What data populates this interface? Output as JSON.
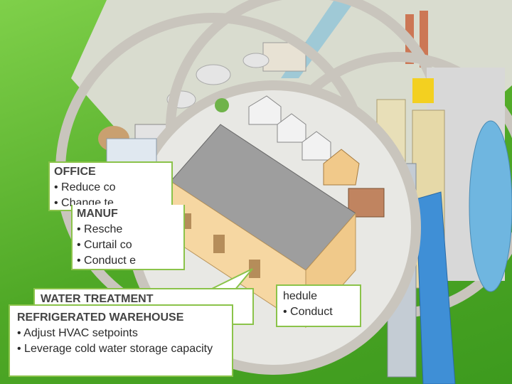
{
  "callouts": {
    "office": {
      "title": "OFFICE",
      "items": [
        "• Reduce co",
        "• Change te"
      ]
    },
    "manufacturing": {
      "title": "MANUF",
      "items": [
        "• Resche",
        "• Curtail co",
        "• Conduct e"
      ]
    },
    "water_treatment": {
      "title": "WATER TREATMENT"
    },
    "refrigerated_warehouse": {
      "title": "REFRIGERATED WAREHOUSE",
      "items": [
        "• Adjust HVAC setpoints",
        "• Leverage cold water storage capacity"
      ]
    },
    "datacenter": {
      "items": [
        "hedule",
        "• Conduct"
      ]
    }
  },
  "colors": {
    "green": "#5cb82e",
    "callout_border": "#8bc34a",
    "ring": "#c9c5bd"
  }
}
